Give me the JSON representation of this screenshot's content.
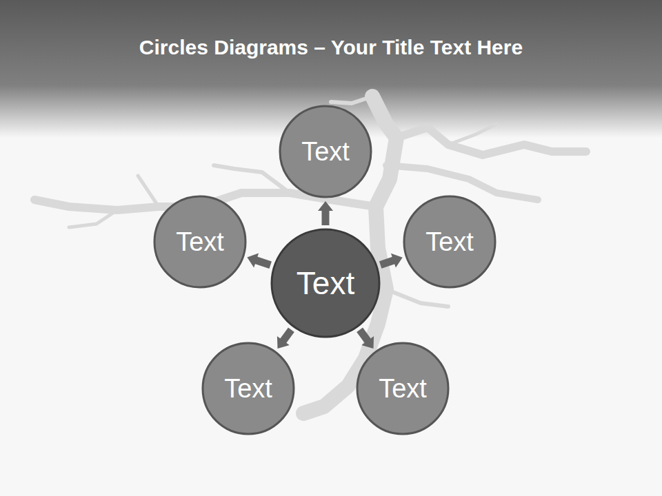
{
  "diagram": {
    "title": "Circles Diagrams – Your Title Text Here",
    "nodes": [
      {
        "text": [
          "Text"
        ]
      },
      {
        "text": [
          "Text"
        ]
      },
      {
        "text": [
          "Text"
        ]
      },
      {
        "text": [
          "Text"
        ]
      },
      {
        "text": [
          "Text"
        ]
      },
      {
        "text": [
          "Text"
        ]
      }
    ],
    "edges": [
      {
        "from": 0,
        "to": 1,
        "arrow": "to"
      },
      {
        "from": 0,
        "to": 2,
        "arrow": "to"
      },
      {
        "from": 0,
        "to": 3,
        "arrow": "to"
      },
      {
        "from": 0,
        "to": 4,
        "arrow": "to"
      },
      {
        "from": 0,
        "to": 5,
        "arrow": "to"
      }
    ]
  }
}
